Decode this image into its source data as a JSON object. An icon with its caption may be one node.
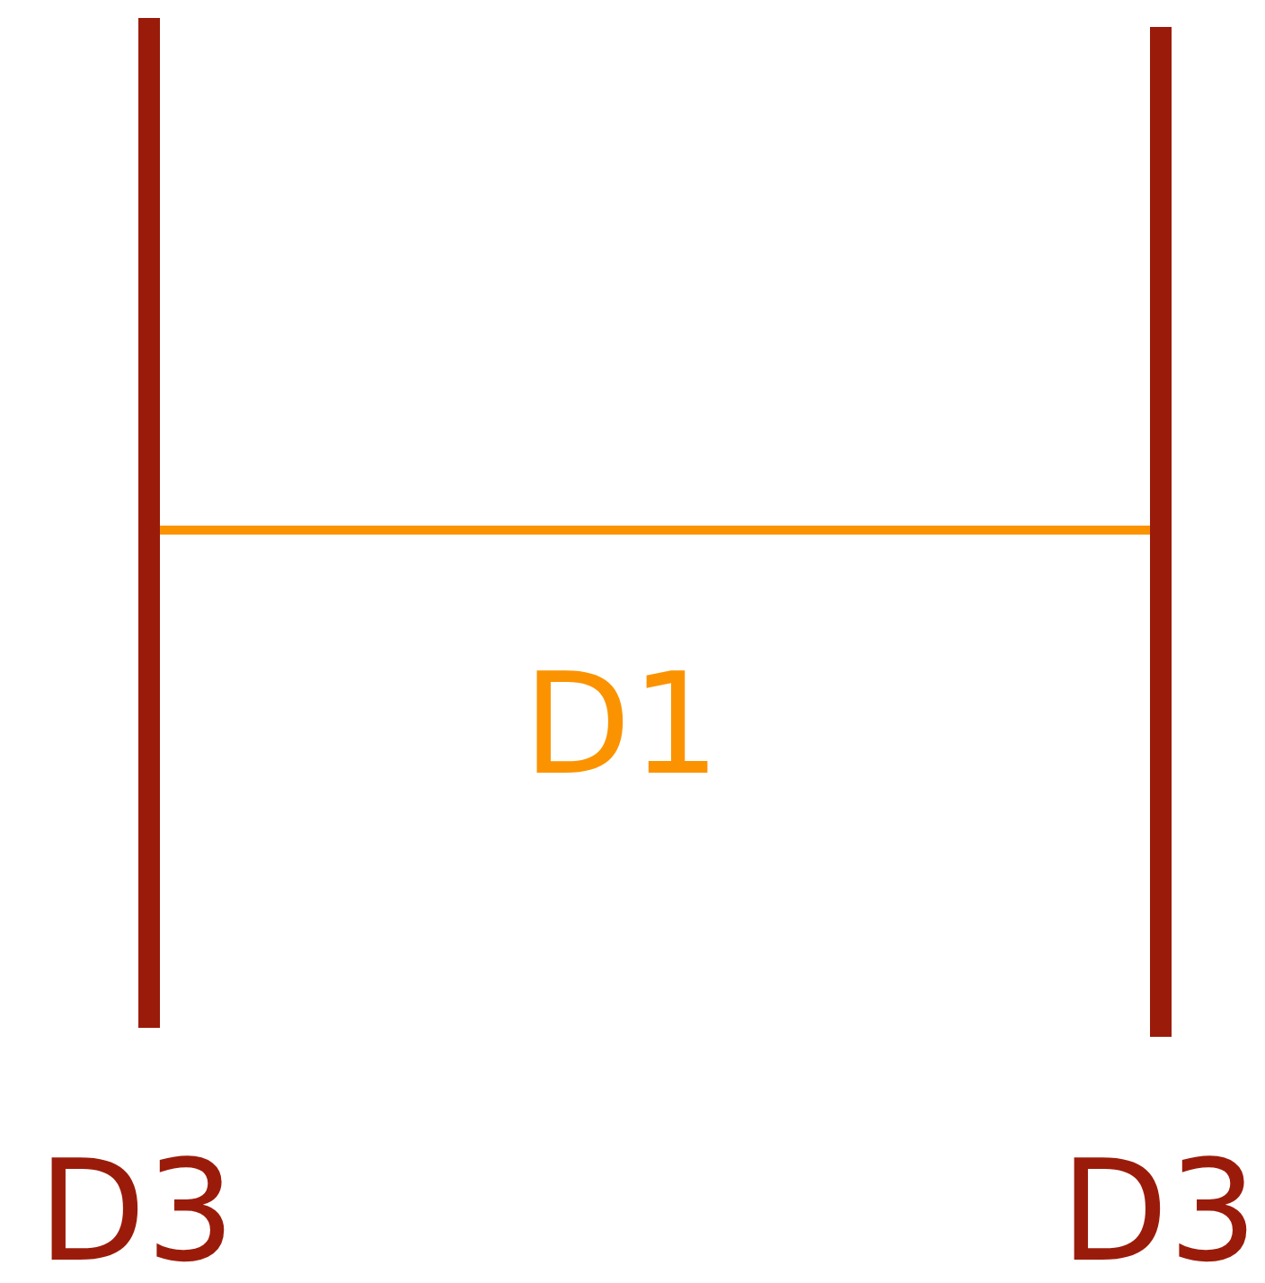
{
  "diagram": {
    "nodes": [
      {
        "text": [],
        "shape": "bar",
        "beside": [
          "D3"
        ]
      },
      {
        "text": [],
        "shape": "bar",
        "beside": [
          "D3"
        ]
      }
    ],
    "edges": [
      {
        "from": 0,
        "to": 1,
        "arrow": "none",
        "label": "D1",
        "color": "#fb9300"
      }
    ]
  }
}
